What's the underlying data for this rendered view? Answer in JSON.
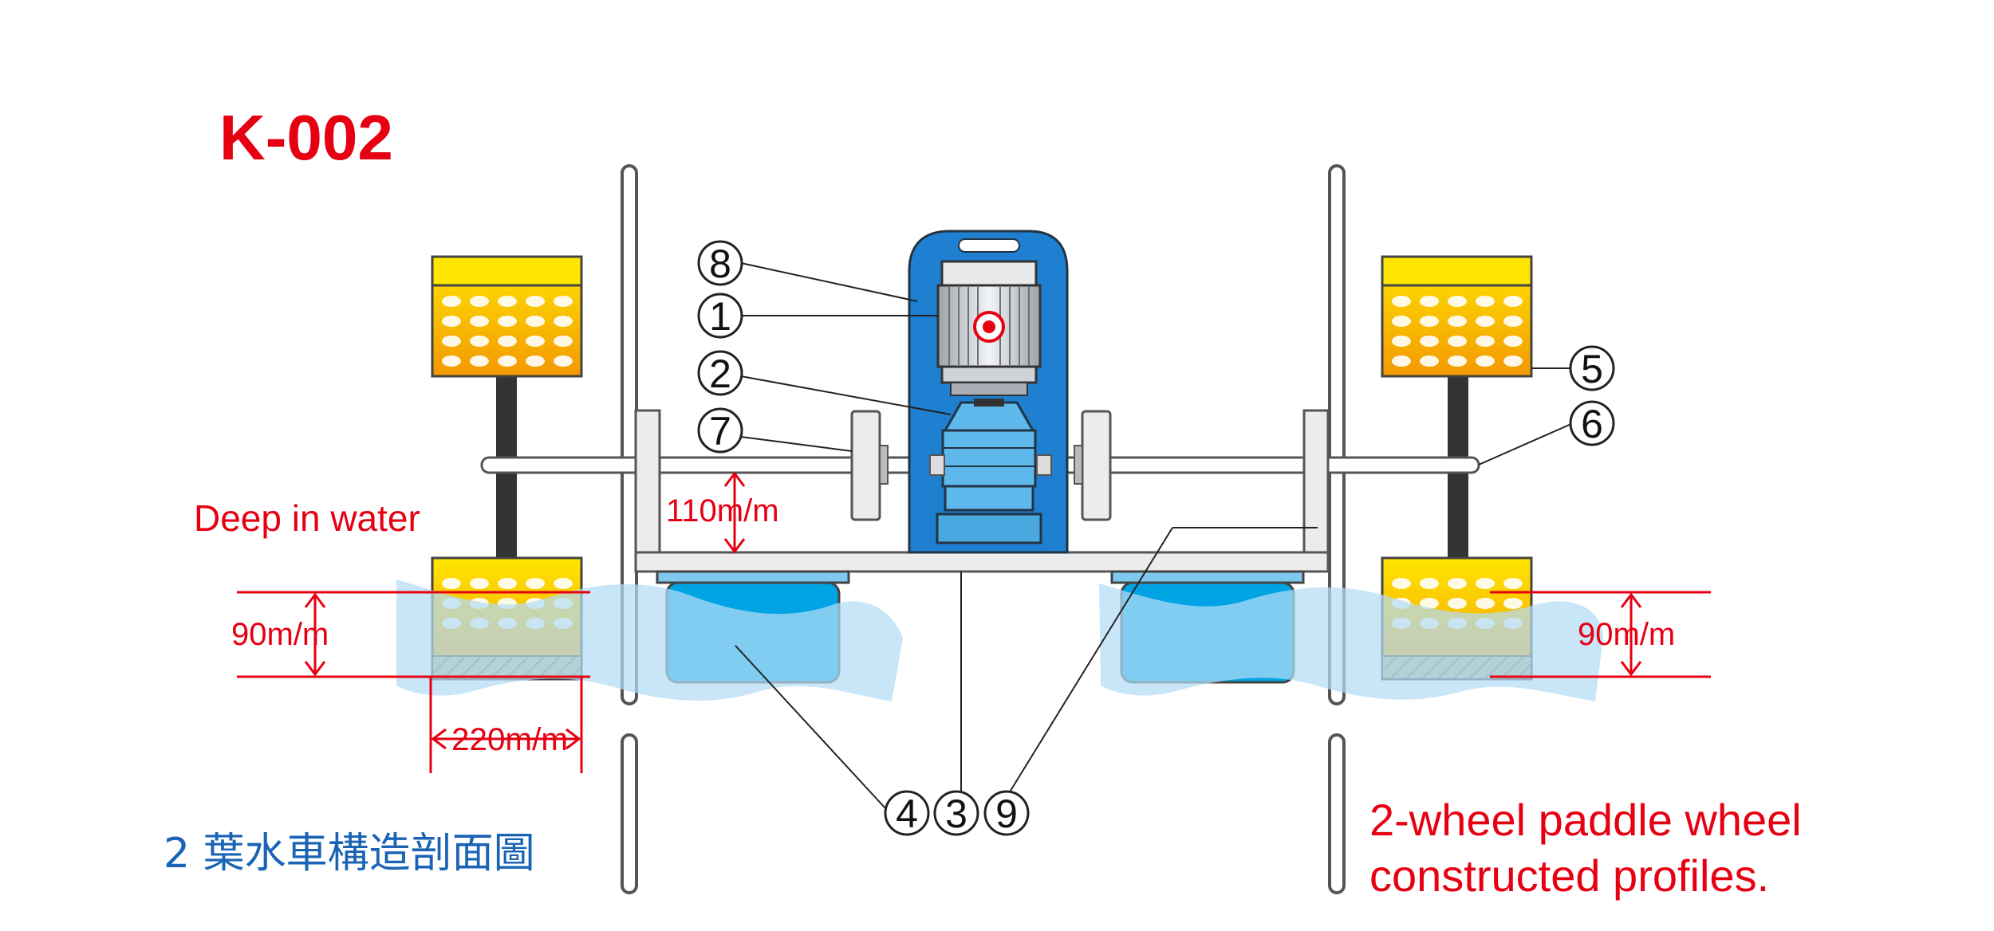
{
  "model": "K-002",
  "depth_label": "Deep in water",
  "dims": {
    "height_left": "90m/m",
    "height_right": "90m/m",
    "width": "220m/m",
    "frame": "110m/m"
  },
  "part_numbers": [
    "8",
    "1",
    "2",
    "7",
    "5",
    "6",
    "4",
    "3",
    "9"
  ],
  "caption_zh": "2 葉水車構造剖面圖",
  "caption_en_line1": "2-wheel paddle wheel",
  "caption_en_line2": "constructed profiles.",
  "colors": {
    "accent_red": "#e60012",
    "caption_blue": "#1a63b5",
    "motor_blue": "#1f7fd0",
    "float_blue": "#00a4e4",
    "water": "#b3dcf5",
    "paddle_yellow": "#ffe600",
    "paddle_orange": "#f39800"
  }
}
